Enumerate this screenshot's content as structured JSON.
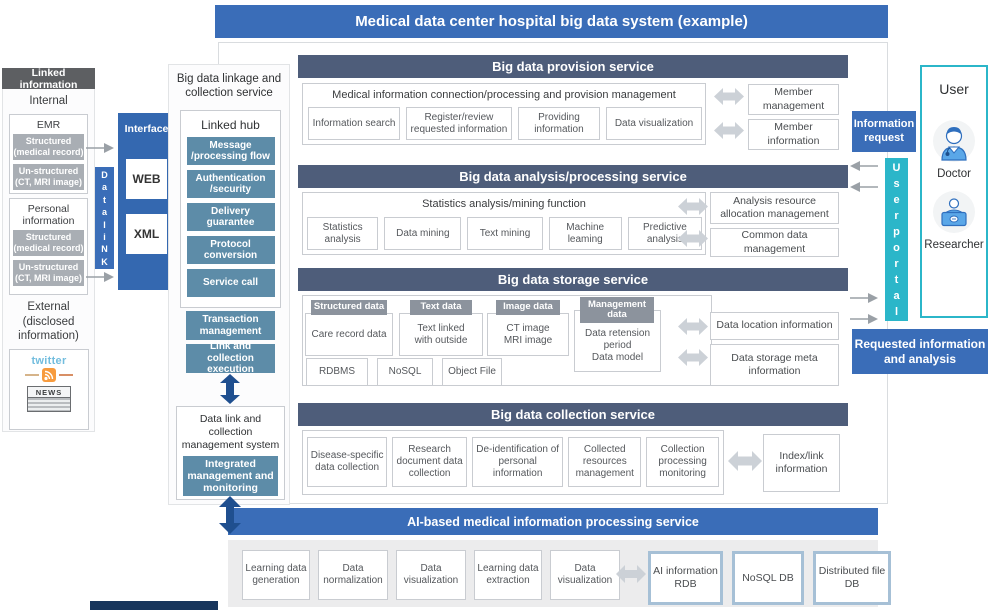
{
  "title": "Medical data center hospital big data system (example)",
  "left_panel": {
    "header": "Linked information",
    "internal_label": "Internal",
    "emr_title": "EMR",
    "emr_items": [
      "Structured (medical record)",
      "Un-structured (CT, MRI image)"
    ],
    "personal_title": "Personal information",
    "personal_items": [
      "Structured (medical record)",
      "Un-structured (CT, MRI image)"
    ],
    "external_label": "External (disclosed information)",
    "twitter_label": "twitter",
    "news_label": "NEWS"
  },
  "datalink_letters": [
    "D",
    "a",
    "t",
    "a",
    "l",
    "i",
    "N",
    "K"
  ],
  "interface": {
    "title": "Interface",
    "items": [
      "WEB",
      "XML"
    ]
  },
  "linkage": {
    "title": "Big data linkage and collection service",
    "hub_title": "Linked hub",
    "hub_items": [
      "Message /processing flow",
      "Authentication /security",
      "Delivery guarantee",
      "Protocol conversion",
      "Service call"
    ],
    "outer_items": [
      "Transaction management",
      "Link and collection execution"
    ],
    "mgmt_title": "Data link and collection management system",
    "mgmt_item": "Integrated management and monitoring"
  },
  "provision": {
    "header": "Big data provision service",
    "box_title": "Medical information connection/processing and provision management",
    "items": [
      "Information search",
      "Register/review requested information",
      "Providing information",
      "Data visualization"
    ],
    "side_items": [
      "Member management",
      "Member information"
    ]
  },
  "analysis": {
    "header": "Big data analysis/processing service",
    "box_title": "Statistics analysis/mining function",
    "items": [
      "Statistics analysis",
      "Data mining",
      "Text mining",
      "Machine leaming",
      "Predictive analysis"
    ],
    "side_items": [
      "Analysis resource allocation management",
      "Common data management"
    ]
  },
  "storage": {
    "header": "Big data storage service",
    "groups": [
      {
        "tab": "Structured data",
        "lines": [
          "Care record data"
        ]
      },
      {
        "tab": "Text data",
        "lines": [
          "Text linked",
          "with outside"
        ]
      },
      {
        "tab": "Image data",
        "lines": [
          "CT image",
          "MRI image"
        ]
      },
      {
        "tab": "Management data",
        "lines": [
          "Data retension",
          "period",
          "Data model"
        ]
      }
    ],
    "db_items": [
      "RDBMS",
      "NoSQL",
      "Object File"
    ],
    "side_items": [
      "Data location information",
      "Data storage meta information"
    ]
  },
  "collection": {
    "header": "Big data collection service",
    "items": [
      "Disease-specific data collection",
      "Research document data collection",
      "De-identification of personal information",
      "Collected resources management",
      "Collection processing monitoring"
    ],
    "side_item": "Index/link information"
  },
  "ai": {
    "header": "AI-based medical information processing service",
    "items": [
      "Learning data generation",
      "Data normalization",
      "Data visualization",
      "Learning data extraction",
      "Data visualization"
    ],
    "db_items": [
      "AI information RDB",
      "NoSQL DB",
      "Distributed file DB"
    ]
  },
  "right_panel": {
    "information_request": "Information request",
    "user_portal_letters": [
      "U",
      "s",
      "e",
      "r",
      "p",
      "o",
      "r",
      "t",
      "a",
      "l"
    ],
    "user_title": "User",
    "doctor_label": "Doctor",
    "researcher_label": "Researcher",
    "requested_info": "Requested information and analysis"
  },
  "colors": {
    "primary_blue": "#3a6db8",
    "section_header": "#4e5d7a",
    "teal_item": "#5d8ca8",
    "portal_cyan": "#2bb6c9",
    "tab_gray": "#8c939d",
    "item_gray": "#a9aeb4",
    "dark_arrow": "#1f4f8f",
    "light_arrow": "#ccd1d7"
  }
}
